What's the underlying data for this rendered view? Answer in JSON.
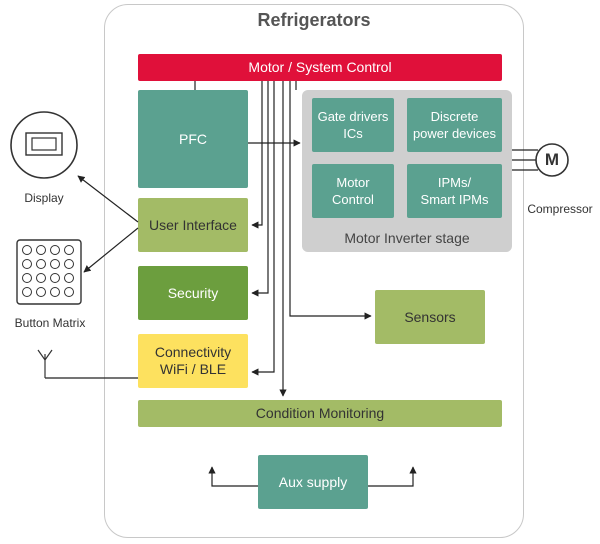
{
  "title": "Refrigerators",
  "blocks": {
    "motor_system_control": "Motor / System Control",
    "pfc": "PFC",
    "user_interface": "User Interface",
    "security": "Security",
    "connectivity": "Connectivity\nWiFi / BLE",
    "condition_monitoring": "Condition Monitoring",
    "aux_supply": "Aux supply",
    "sensors": "Sensors",
    "gate_drivers": "Gate drivers\nICs",
    "discrete_power": "Discrete\npower devices",
    "motor_control": "Motor\nControl",
    "ipms": "IPMs/\nSmart IPMs",
    "inverter_stage_label": "Motor Inverter stage"
  },
  "external": {
    "display_label": "Display",
    "button_matrix_label": "Button Matrix",
    "compressor_label": "Compressor",
    "motor_symbol": "M"
  },
  "colors": {
    "red": "#e0103a",
    "teal": "#5ba190",
    "olive": "#a3bb66",
    "dark_green": "#6c9e3e",
    "yellow": "#fde15f",
    "panel_gray": "#cfcfcf"
  }
}
